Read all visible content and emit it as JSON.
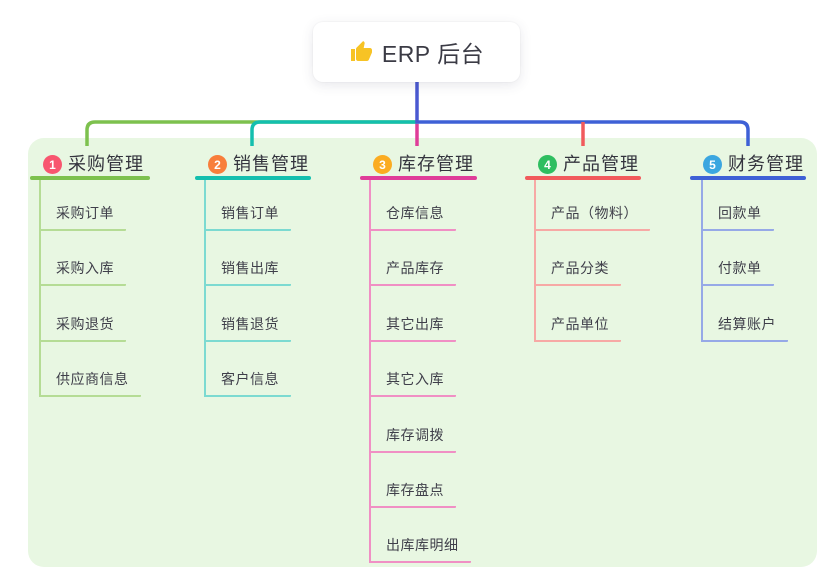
{
  "root": {
    "title": "ERP 后台",
    "icon": "thumbs-up-icon",
    "icon_color": "#F7C325",
    "connector_color": "#4A59D1"
  },
  "branches": [
    {
      "badge": "1",
      "badge_color": "#F8566F",
      "label": "采购管理",
      "line_color": "#7DC14E",
      "light_color": "#B5DC95",
      "children": [
        "采购订单",
        "采购入库",
        "采购退货",
        "供应商信息"
      ]
    },
    {
      "badge": "2",
      "badge_color": "#F87E3B",
      "label": "销售管理",
      "line_color": "#14BFAE",
      "light_color": "#7CDAD1",
      "children": [
        "销售订单",
        "销售出库",
        "销售退货",
        "客户信息"
      ]
    },
    {
      "badge": "3",
      "badge_color": "#FBAC21",
      "label": "库存管理",
      "line_color": "#DF3D99",
      "light_color": "#F08FC4",
      "children": [
        "仓库信息",
        "产品库存",
        "其它出库",
        "其它入库",
        "库存调拨",
        "库存盘点",
        "出库库明细"
      ]
    },
    {
      "badge": "4",
      "badge_color": "#2EBE60",
      "label": "产品管理",
      "line_color": "#F15A5C",
      "light_color": "#F7A9A5",
      "children": [
        "产品（物料）",
        "产品分类",
        "产品单位"
      ]
    },
    {
      "badge": "5",
      "badge_color": "#3BA6E0",
      "label": "财务管理",
      "line_color": "#3E60D6",
      "light_color": "#96A9E7",
      "children": [
        "回款单",
        "付款单",
        "结算账户"
      ]
    }
  ]
}
